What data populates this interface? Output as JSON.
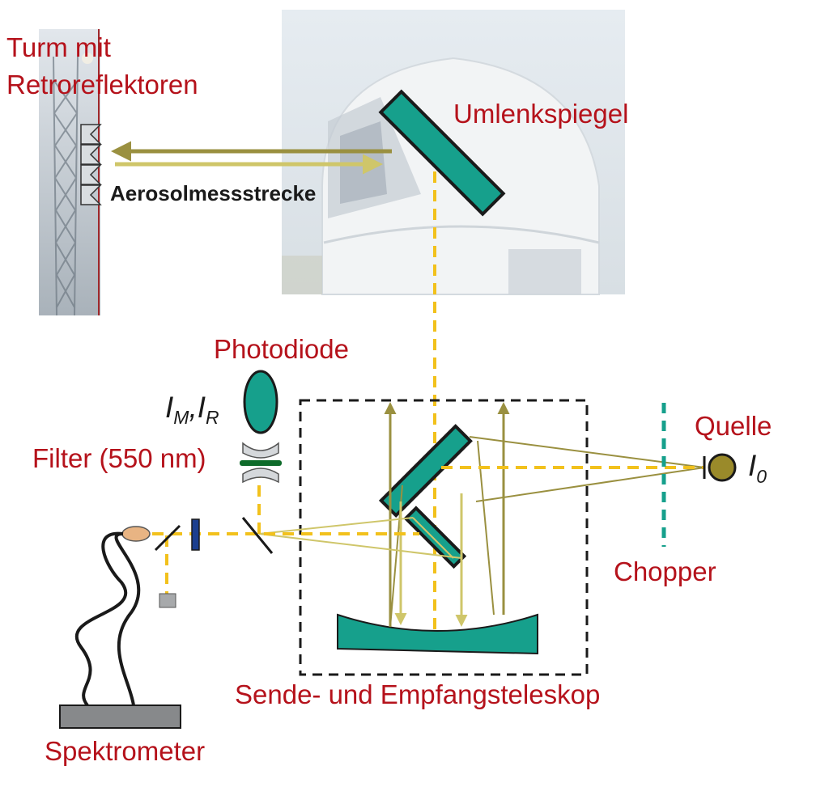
{
  "labels": {
    "tower": [
      "Turm mit",
      "Retroreflektoren"
    ],
    "measurement_path": "Aerosolmessstrecke",
    "deflection_mirror": "Umlenkspiegel",
    "photodiode": "Photodiode",
    "intensity_main": "I",
    "sub_m": "M",
    "comma": ",",
    "intensity_r": "I",
    "sub_r": "R",
    "filter": "Filter (550 nm)",
    "source": "Quelle",
    "intensity_source": "I",
    "sub_0": "0",
    "chopper": "Chopper",
    "telescope": "Sende- und Empfangsteleskop",
    "spectrometer": "Spektrometer"
  },
  "colors": {
    "label_red": "#b5121b",
    "teal": "#16a08c",
    "olive": "#9a9040",
    "light_olive": "#cfc66a",
    "beam_yellow": "#f2c11c",
    "filter_green": "#0e6b2a",
    "dark": "#1a1a1a"
  },
  "icons": {
    "photodiode": "ellipse-photodiode-icon",
    "source": "circle-lamp-icon",
    "retroreflector": "corner-cube-icon",
    "fiber": "fiber-optic-cable-icon"
  }
}
